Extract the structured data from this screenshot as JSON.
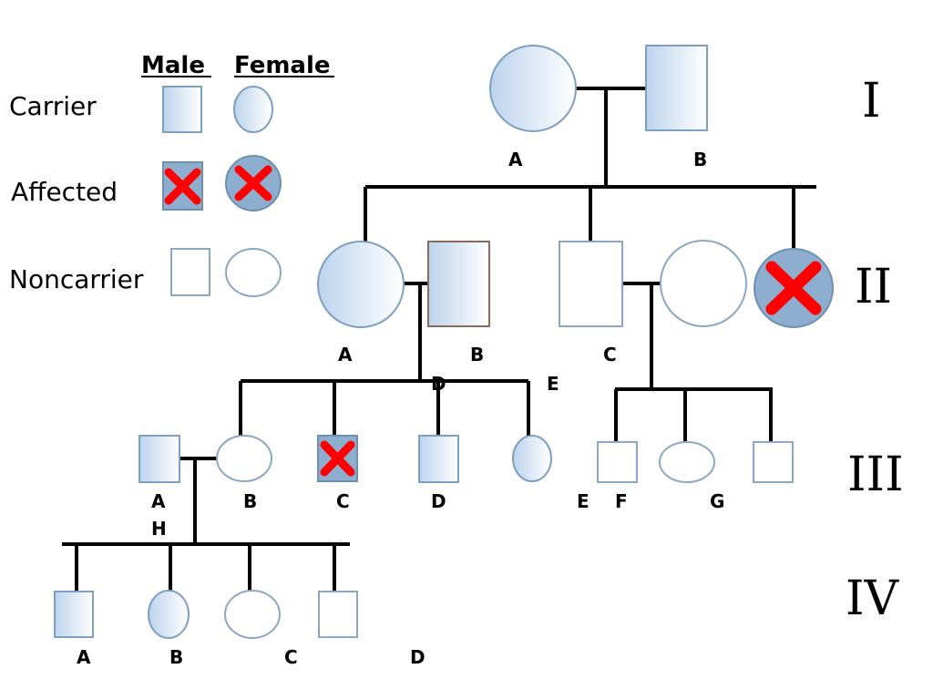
{
  "legend": {
    "male_header": "Male",
    "female_header": "Female",
    "carrier_label": "Carrier",
    "affected_label": "Affected",
    "noncarrier_label": "Noncarrier"
  },
  "generations": [
    "I",
    "II",
    "III",
    "IV"
  ],
  "gen1": {
    "labels": [
      "A",
      "B"
    ]
  },
  "gen2": {
    "labels": [
      "A",
      "B",
      "C"
    ]
  },
  "gen3": {
    "labels": [
      "D",
      "E",
      "A",
      "H",
      "B",
      "C",
      "D",
      "E",
      "F",
      "G"
    ]
  },
  "gen4": {
    "labels": [
      "A",
      "B",
      "C",
      "D"
    ]
  },
  "colors": {
    "carrier_fill_start": "#bcd3ec",
    "carrier_fill_end": "#ffffff",
    "affected_fill": "#8eaecf",
    "cross": "#ff0000",
    "line": "#000000"
  },
  "symbol_types": {
    "carrier": "blue-gradient-shape",
    "affected": "blue-shape-with-red-x",
    "noncarrier": "white-shape"
  }
}
